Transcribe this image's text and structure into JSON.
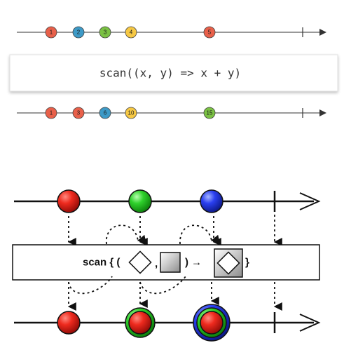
{
  "top_diagram": {
    "input_marbles": [
      {
        "label": "1",
        "color": "#e8604a"
      },
      {
        "label": "2",
        "color": "#3d9ac7"
      },
      {
        "label": "3",
        "color": "#7ac143"
      },
      {
        "label": "4",
        "color": "#f6c844"
      },
      {
        "label": "5",
        "color": "#e8604a"
      }
    ],
    "operator_text": "scan((x, y) => x + y)",
    "output_marbles": [
      {
        "label": "1",
        "color": "#e8604a"
      },
      {
        "label": "3",
        "color": "#e8604a"
      },
      {
        "label": "6",
        "color": "#3d9ac7"
      },
      {
        "label": "10",
        "color": "#f6c844"
      },
      {
        "label": "15",
        "color": "#7ac143"
      }
    ]
  },
  "bottom_diagram": {
    "input_marbles": [
      {
        "color": "red"
      },
      {
        "color": "green"
      },
      {
        "color": "blue"
      }
    ],
    "operator_text": "scan { (",
    "operator_comma": ",",
    "operator_close": ") →",
    "operator_end": "}",
    "output_marbles": [
      {
        "rings": [
          "red"
        ]
      },
      {
        "rings": [
          "green",
          "red"
        ]
      },
      {
        "rings": [
          "blue",
          "green",
          "red"
        ]
      }
    ]
  }
}
